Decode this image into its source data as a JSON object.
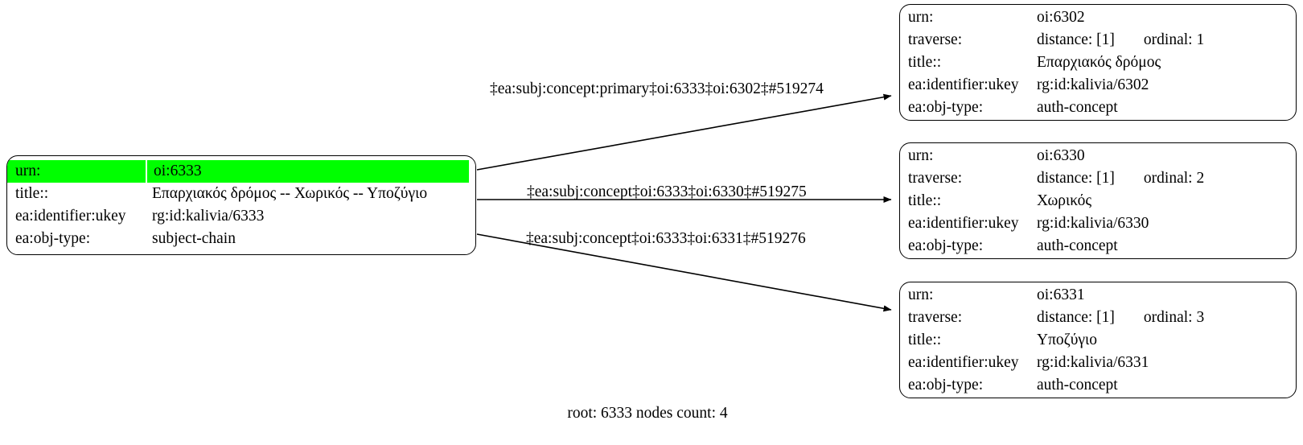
{
  "diagram": {
    "caption": "root: 6333 nodes count: 4",
    "highlight_color": "#00ff00",
    "edge_color": "#000000",
    "background": "#ffffff"
  },
  "root_node": {
    "name": "subject-chain-6333",
    "rows": [
      {
        "key": "urn:",
        "value": "oi:6333",
        "highlight": true
      },
      {
        "key": "title::",
        "value": "Επαρχιακός δρόμος -- Χωρικός -- Υποζύγιο",
        "highlight": false
      },
      {
        "key": "ea:identifier:ukey",
        "value": "rg:id:kalivia/6333",
        "highlight": false
      },
      {
        "key": "ea:obj-type:",
        "value": "subject-chain",
        "highlight": false
      }
    ]
  },
  "child_nodes": [
    {
      "name": "auth-concept-6302",
      "urn_key": "urn:",
      "urn_value": "oi:6302",
      "traverse_key": "traverse:",
      "traverse_distance": "distance: [1]",
      "traverse_ordinal": "ordinal: 1",
      "title_key": "title::",
      "title_value": "Επαρχιακός δρόμος",
      "ukey_key": "ea:identifier:ukey",
      "ukey_value": "rg:id:kalivia/6302",
      "objtype_key": "ea:obj-type:",
      "objtype_value": "auth-concept"
    },
    {
      "name": "auth-concept-6330",
      "urn_key": "urn:",
      "urn_value": "oi:6330",
      "traverse_key": "traverse:",
      "traverse_distance": "distance: [1]",
      "traverse_ordinal": "ordinal: 2",
      "title_key": "title::",
      "title_value": "Χωρικός",
      "ukey_key": "ea:identifier:ukey",
      "ukey_value": "rg:id:kalivia/6330",
      "objtype_key": "ea:obj-type:",
      "objtype_value": "auth-concept"
    },
    {
      "name": "auth-concept-6331",
      "urn_key": "urn:",
      "urn_value": "oi:6331",
      "traverse_key": "traverse:",
      "traverse_distance": "distance: [1]",
      "traverse_ordinal": "ordinal: 3",
      "title_key": "title::",
      "title_value": "Υποζύγιο",
      "ukey_key": "ea:identifier:ukey",
      "ukey_value": "rg:id:kalivia/6331",
      "objtype_key": "ea:obj-type:",
      "objtype_value": "auth-concept"
    }
  ],
  "edges": [
    {
      "name": "edge-6333-6302",
      "label": "‡ea:subj:concept:primary‡oi:6333‡oi:6302‡#519274"
    },
    {
      "name": "edge-6333-6330",
      "label": "‡ea:subj:concept‡oi:6333‡oi:6330‡#519275"
    },
    {
      "name": "edge-6333-6331",
      "label": "‡ea:subj:concept‡oi:6333‡oi:6331‡#519276"
    }
  ]
}
